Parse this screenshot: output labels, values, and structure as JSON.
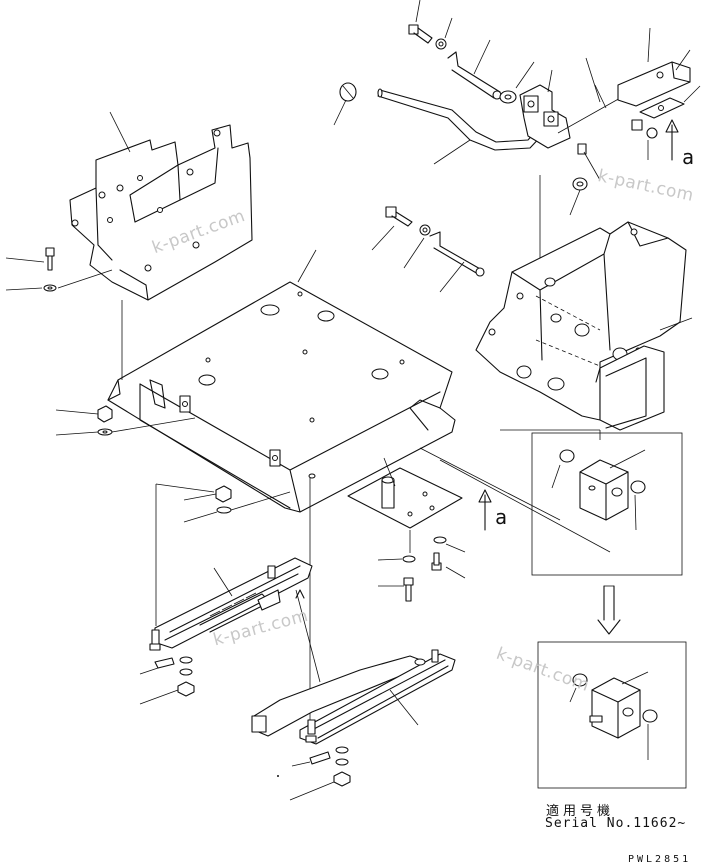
{
  "diagram": {
    "view_marker_top": "a",
    "view_marker_bottom": "a",
    "serial_applicability_jp": "適用号機",
    "serial_number_text": "Serial No.11662~",
    "drawing_code": "PWL2851",
    "watermarks": [
      "k-part.com",
      "k-part.com",
      "k-part.com",
      "k-part.com"
    ]
  }
}
